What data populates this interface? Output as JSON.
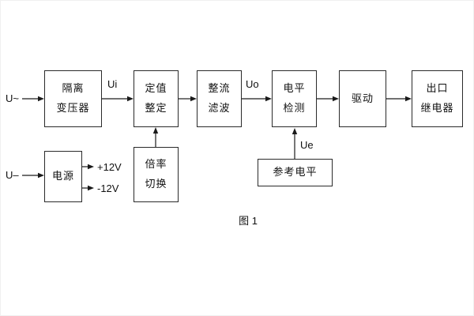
{
  "figure": {
    "caption": "图 1"
  },
  "nodes": {
    "isolation_transformer": {
      "line1": "隔离",
      "line2": "变压器"
    },
    "value_setting": {
      "line1": "定值",
      "line2": "整定"
    },
    "rectifier_filter": {
      "line1": "整流",
      "line2": "滤波"
    },
    "level_detection": {
      "line1": "电平",
      "line2": "检测"
    },
    "drive": {
      "label": "驱动"
    },
    "output_relay": {
      "line1": "出口",
      "line2": "继电器"
    },
    "power_supply": {
      "label": "电源"
    },
    "multiplier_switch": {
      "line1": "倍率",
      "line2": "切换"
    },
    "reference_level": {
      "label": "参考电平"
    }
  },
  "signals": {
    "ac_input": "U~",
    "ui": "Ui",
    "uo": "Uo",
    "dc_input": "U–",
    "plus_12v": "+12V",
    "minus_12v": "-12V",
    "ue": "Ue"
  }
}
